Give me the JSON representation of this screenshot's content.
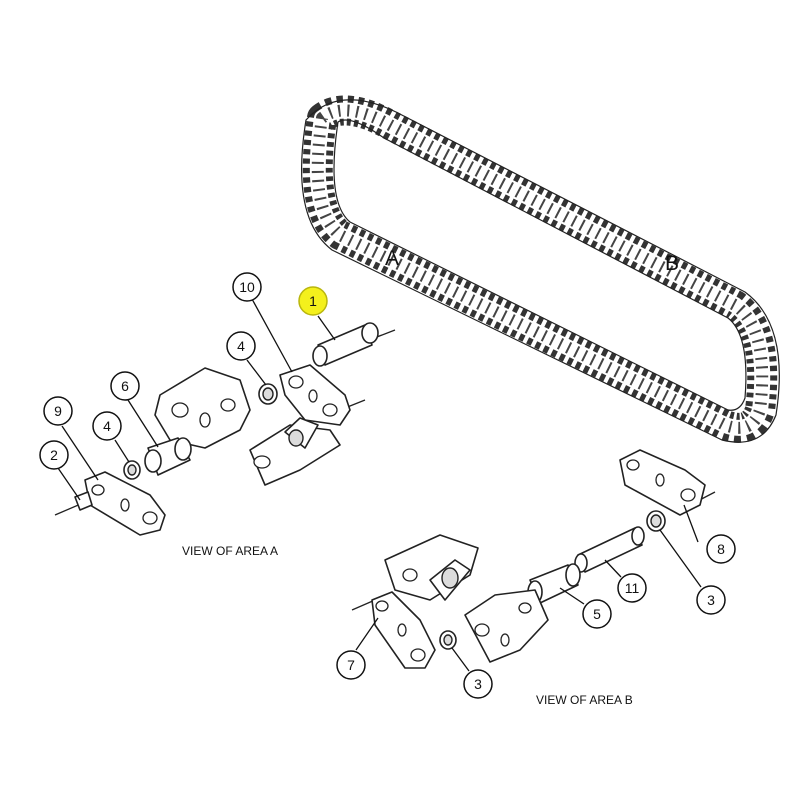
{
  "diagram": {
    "area_labels": {
      "a": "A",
      "b": "B"
    },
    "captions": {
      "view_a": "VIEW OF AREA A",
      "view_b": "VIEW OF AREA B"
    },
    "callouts": {
      "c1": "1",
      "c10": "10",
      "c4_top": "4",
      "c6": "6",
      "c9": "9",
      "c4_left": "4",
      "c2": "2",
      "c8": "8",
      "c3_right": "3",
      "c11": "11",
      "c5": "5",
      "c7": "7",
      "c3_bottom": "3"
    },
    "highlight_color": "#f4f01c"
  }
}
